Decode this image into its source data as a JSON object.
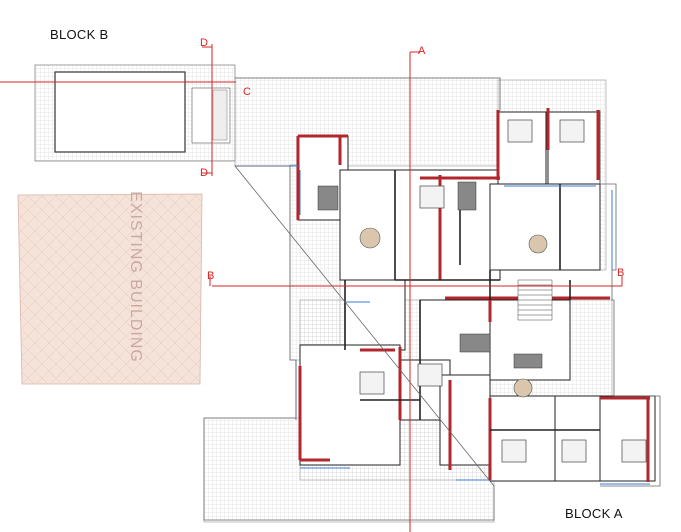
{
  "labels": {
    "block_b": "BLOCK B",
    "block_a": "BLOCK A",
    "existing_building": "EXISTING BUILDING"
  },
  "sections": {
    "a": "A",
    "b": "B",
    "c": "C",
    "d": "D"
  },
  "colors": {
    "wall": "#222222",
    "wall_red": "#b3262b",
    "section_line": "#d62424",
    "existing_fill": "#f4e1d8",
    "terrace_hatch": "#c8c8c8",
    "glazing": "#3a7bd5"
  }
}
